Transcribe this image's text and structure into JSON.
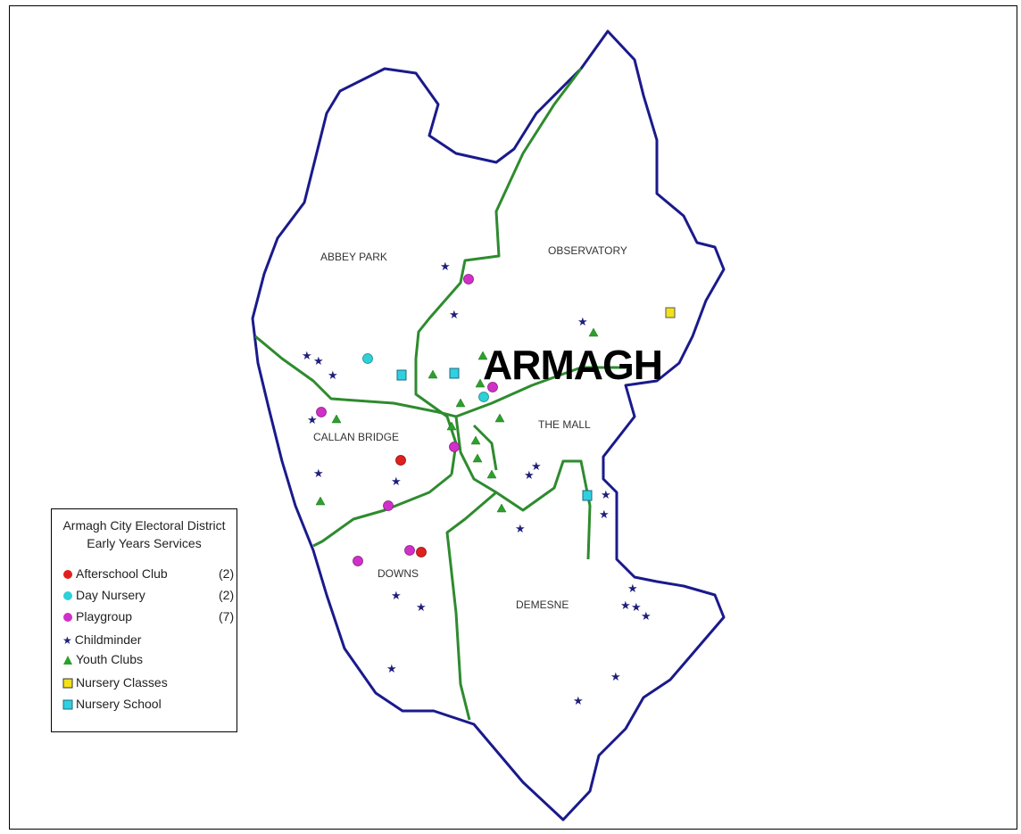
{
  "map": {
    "title": "ARMAGH",
    "districts": [
      {
        "key": "abbey_park",
        "label": "ABBEY PARK"
      },
      {
        "key": "observatory",
        "label": "OBSERVATORY"
      },
      {
        "key": "callan_bridge",
        "label": "CALLAN BRIDGE"
      },
      {
        "key": "the_mall",
        "label": "THE MALL"
      },
      {
        "key": "downs",
        "label": "DOWNS"
      },
      {
        "key": "demesne",
        "label": "DEMESNE"
      }
    ]
  },
  "legend": {
    "title_line1": "Armagh City Electoral District",
    "title_line2": "Early Years Services",
    "items": [
      {
        "label": "Afterschool Club",
        "count": "(2)",
        "symbol": "circle",
        "color": "#e0201f"
      },
      {
        "label": "Day Nursery",
        "count": "(2)",
        "symbol": "circle",
        "color": "#30d0d8"
      },
      {
        "label": "Playgroup",
        "count": "(7)",
        "symbol": "circle",
        "color": "#d030c8"
      },
      {
        "label": "Childminder",
        "count": "",
        "symbol": "star",
        "color": "#1f1f7a"
      },
      {
        "label": "Youth Clubs",
        "count": "",
        "symbol": "triangle",
        "color": "#2ca02c"
      },
      {
        "label": "Nursery Classes",
        "count": "",
        "symbol": "square",
        "color": "#f2e21a"
      },
      {
        "label": "Nursery School",
        "count": "",
        "symbol": "square",
        "color": "#30d0e0"
      }
    ]
  },
  "colors": {
    "boundary": "#1a1a8c",
    "ward_lines": "#2e8b2e"
  }
}
